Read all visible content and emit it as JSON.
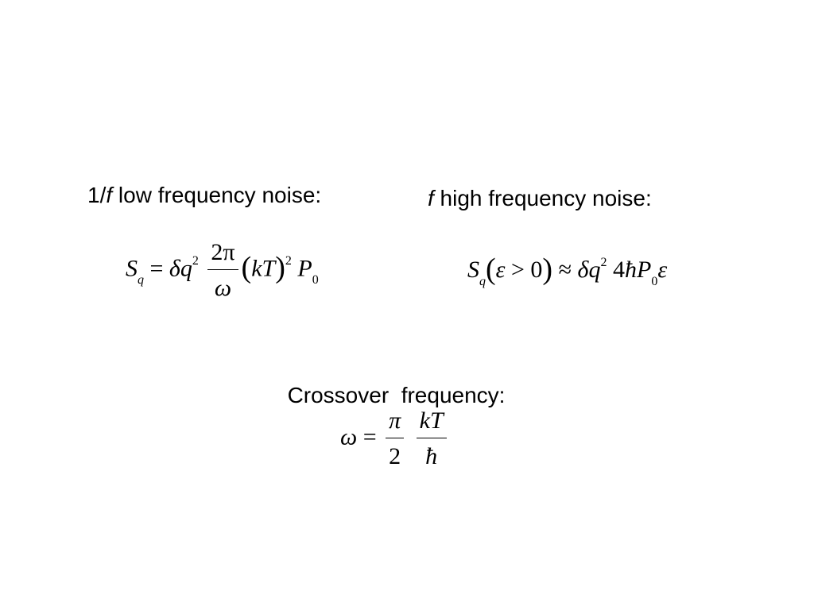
{
  "headings": {
    "low_freq": {
      "italic": "f",
      "prefix": "1/",
      "suffix": " low frequency noise:"
    },
    "high_freq": {
      "italic": "f",
      "suffix": " high frequency noise:"
    },
    "crossover": "Crossover  frequency:"
  },
  "equations": {
    "low_freq": {
      "S": "S",
      "q_sub": "q",
      "eq": " = ",
      "delta": "δ",
      "q": "q",
      "sq": "2",
      "frac_num": "2π",
      "frac_den": "ω",
      "lparen": "(",
      "k": "k",
      "T": "T",
      "rparen": ")",
      "paren_sq": "2",
      "P": "P",
      "P_sub": "0"
    },
    "high_freq": {
      "S": "S",
      "q_sub": "q",
      "lparen": "(",
      "eps": "ε",
      "gt": " > ",
      "zero": "0",
      "rparen": ")",
      "approx": " ≈ ",
      "delta": "δ",
      "q": "q",
      "sq": "2",
      "four": "4",
      "hbar": "ħ",
      "P": "P",
      "P_sub": "0",
      "eps2": "ε"
    },
    "crossover": {
      "omega": "ω",
      "eq": " = ",
      "frac1_num": "π",
      "frac1_den": "2",
      "frac2_num_k": "k",
      "frac2_num_T": "T",
      "frac2_den": "ħ"
    }
  }
}
